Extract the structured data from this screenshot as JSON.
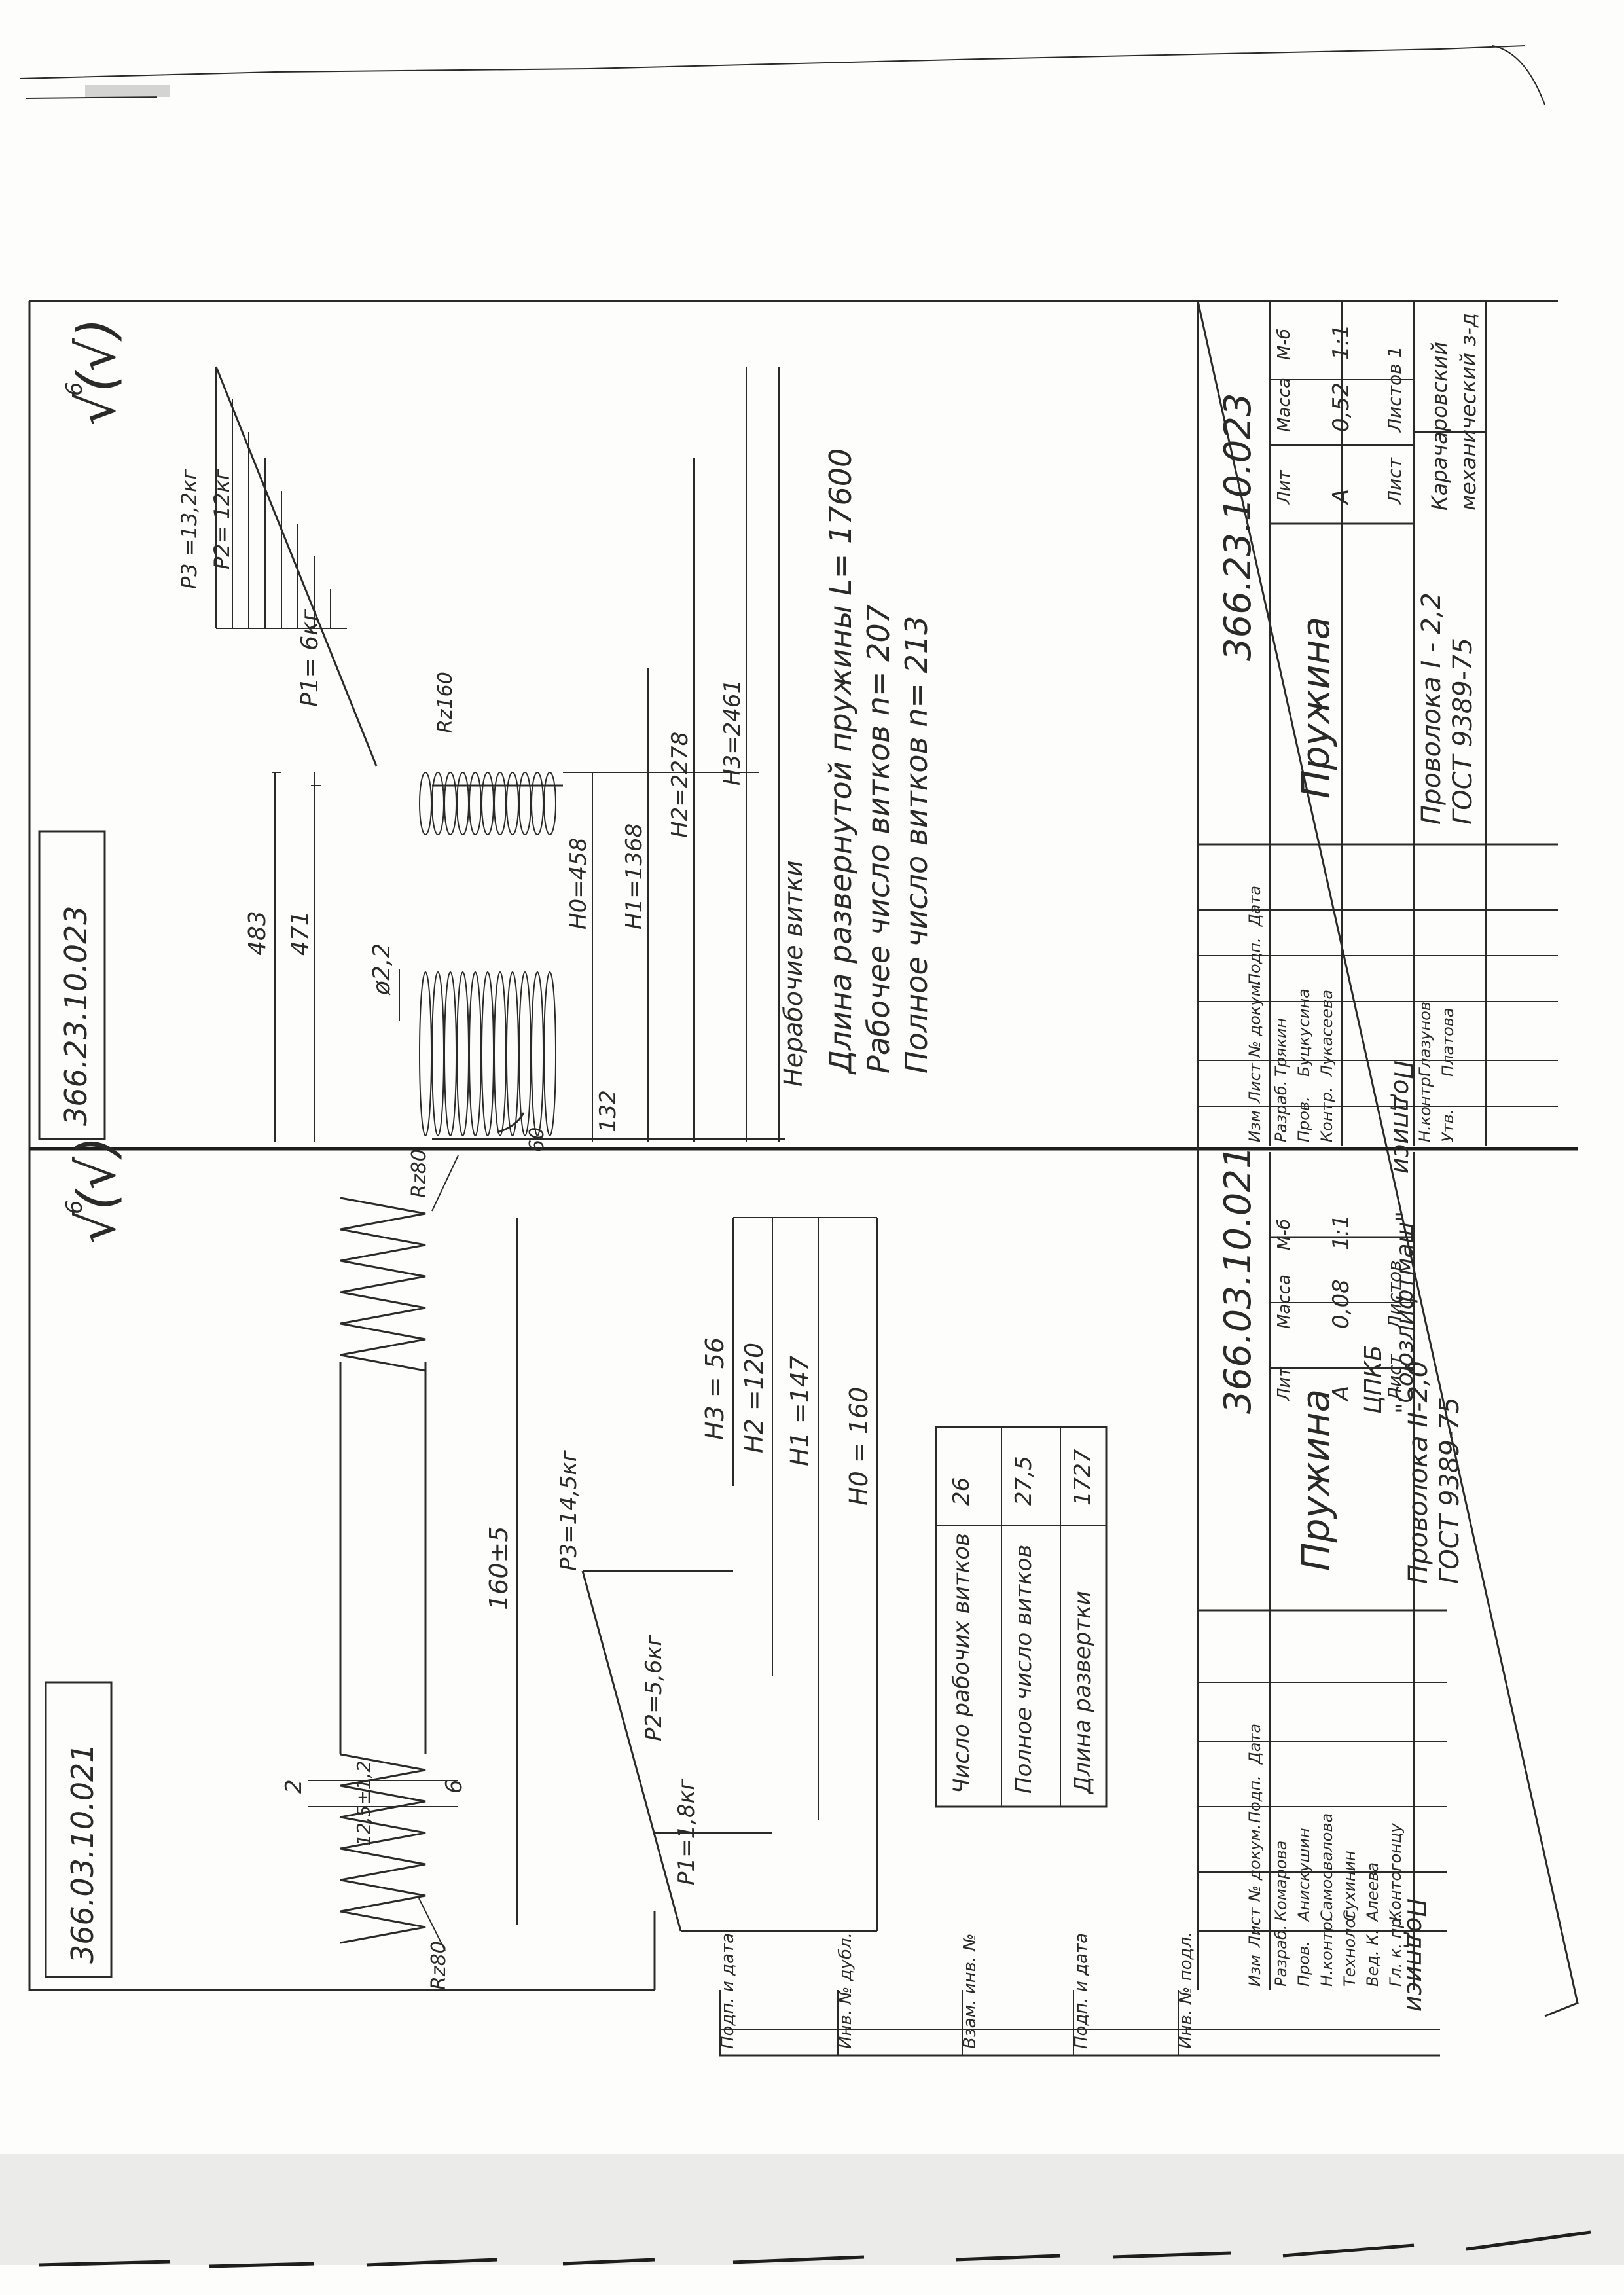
{
  "upper_sheet": {
    "side_code": "366.23.10.023",
    "roughness_symbol": "√(√)",
    "roughness_value": "6",
    "spring": {
      "dia_wire": "ø2,2",
      "L_total": "483",
      "L_body": "471",
      "H0": "H0=458",
      "H1": "H1=1368",
      "H2": "H2=2278",
      "H3": "H3=2461",
      "dim_132": "132",
      "dim_60": "60",
      "rz160": "Rz160",
      "inactive_turns": "Нерабочие витки"
    },
    "forces": {
      "P1": "P1= 6кг",
      "P2": "P2= 12кг",
      "P3": "P3 =13,2кг"
    },
    "notes": [
      "Длина развернутой пружины  L= 17600",
      "Рабочее число витков          n= 207",
      "Полное число витков           n= 213"
    ],
    "title_block": {
      "code": "366.23.10.023",
      "name": "Пружина",
      "material_1": "Проволока  I - 2,2",
      "material_2": "ГОСТ 9389-75",
      "lit_header": "Лит",
      "mass_header": "Масса",
      "scale_header": "М-б",
      "lit": "А",
      "mass": "0,52",
      "scale": "1:1",
      "sheet": "Лист",
      "sheets": "Листов 1",
      "org_1": "Карачаровский",
      "org_2": "механический з-д",
      "col_headers": [
        "Изм",
        "Лист",
        "№ докум.",
        "Подп.",
        "Дата"
      ],
      "rows": [
        [
          "Разраб.",
          "Трякин"
        ],
        [
          "Пров.",
          "Буцкусина"
        ],
        [
          "Контр.",
          "Лукасеева"
        ],
        [
          "Н.контр.",
          "Глазунов"
        ],
        [
          "Утв.",
          "Платова"
        ]
      ],
      "signature": "Подписи"
    }
  },
  "lower_sheet": {
    "side_code": "366.03.10.021",
    "roughness_symbol": "√(√)",
    "roughness_value": "6",
    "spring": {
      "d2": "2",
      "d6": "6",
      "t_dim": "12,5±1,2",
      "L": "160±5",
      "H0": "H0 = 160",
      "H1": "H1 =147",
      "H2": "H2 =120",
      "H3": "H3 = 56",
      "rz80_top": "Rz80",
      "rz80_bottom": "Rz80"
    },
    "forces": {
      "P1": "P1=1,8кг",
      "P2": "P2=5,6кг",
      "P3": "P3=14,5кг"
    },
    "table": [
      [
        "Число рабочих витков",
        "26"
      ],
      [
        "Полное число витков",
        "27,5"
      ],
      [
        "Длина развертки",
        "1727"
      ]
    ],
    "title_block": {
      "code": "366.03.10.021",
      "name": "Пружина",
      "material_1": "Проволока  II-2,0",
      "material_2": "ГОСТ 9389-75",
      "lit_header": "Лит",
      "mass_header": "Масса",
      "scale_header": "М-б",
      "lit": "А",
      "mass": "0,08",
      "scale": "1:1",
      "sheet": "Лист",
      "sheets": "Листов",
      "org_1": "ЦПКБ",
      "org_2": "\"Союзлифтмаш\"",
      "col_headers": [
        "Изм",
        "Лист",
        "№ докум.",
        "Подп.",
        "Дата"
      ],
      "rows": [
        [
          "Разраб.",
          "Комарова"
        ],
        [
          "Пров.",
          "Анискушин"
        ],
        [
          "Н.контр.",
          "Самосвалова"
        ],
        [
          "Технолог",
          "Сухинин"
        ],
        [
          "Вед. К.",
          "Алеева"
        ],
        [
          "Гл. к. пр.",
          "Контогонцу"
        ]
      ],
      "signature": "Подписи"
    },
    "side_stamp": [
      "Инв. № подл.",
      "Подп. и дата",
      "Взам. инв. №",
      "Инв. № дубл.",
      "Подп. и дата"
    ]
  }
}
